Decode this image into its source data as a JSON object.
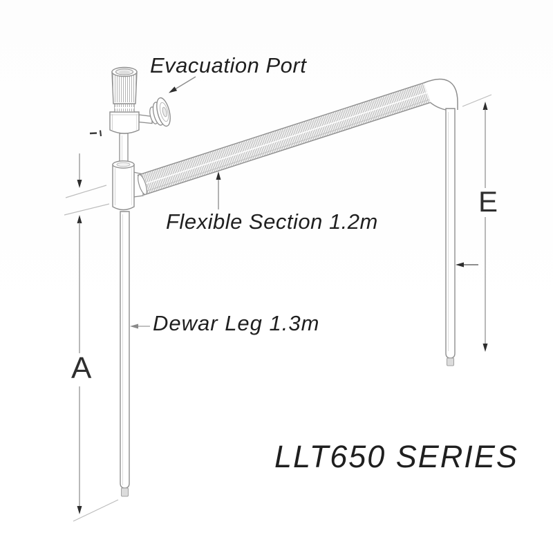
{
  "diagram": {
    "callouts": {
      "evacuation_port": "Evacuation Port",
      "flexible_section": "Flexible Section 1.2m",
      "dewar_leg": "Dewar Leg 1.3m"
    },
    "dimension_labels": {
      "a": "A",
      "e": "E"
    },
    "series_title": "LLT650 SERIES",
    "colors": {
      "outline": "#8e8e8e",
      "light_line": "#bcbcbc",
      "corrugation": "#a8a8a8",
      "text": "#1f1f1f",
      "arrow": "#2e2e2e",
      "tip_fill": "#dcdcdc",
      "background": "#ffffff"
    }
  }
}
